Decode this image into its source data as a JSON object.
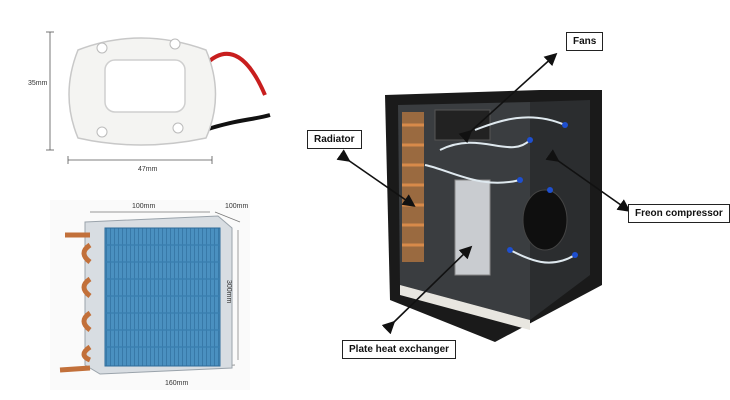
{
  "peltier": {
    "height_label": "35mm",
    "width_label": "47mm"
  },
  "radiator_photo": {
    "width_label": "100mm",
    "depth_label": "100mm",
    "height_label": "300mm",
    "bottom_label": "160mm"
  },
  "callouts": {
    "fans": "Fans",
    "radiator": "Radiator",
    "freon_compressor": "Freon compressor",
    "plate_heat_exchanger": "Plate heat exchanger"
  },
  "colors": {
    "fin_blue": "#4a90c0",
    "copper": "#c2703a",
    "frame_black": "#1a1a1a",
    "arrow": "#111111"
  }
}
